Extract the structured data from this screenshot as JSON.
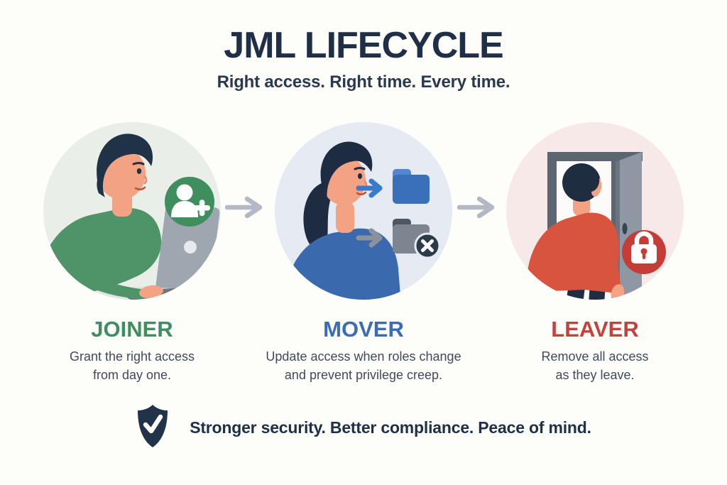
{
  "page": {
    "background": "#fdfdfa"
  },
  "header": {
    "title": "JML LIFECYCLE",
    "subtitle": "Right access. Right time. Every time.",
    "title_color": "#1e2f47",
    "subtitle_color": "#2a3950"
  },
  "stages": [
    {
      "name": "joiner",
      "label": "JOINER",
      "label_color": "#3d8e60",
      "desc_lines": [
        "Grant the right access",
        "from day one."
      ],
      "circle_bg": "#e9efe8",
      "badge_icon": "user-plus-icon",
      "badge_color": "#3e8e5e",
      "alt": "New employee working at a laptop"
    },
    {
      "name": "mover",
      "label": "MOVER",
      "label_color": "#3b6cb5",
      "desc_lines": [
        "Update access when roles change",
        "and prevent privilege creep."
      ],
      "circle_bg": "#e5eaf3",
      "granted_folder_color": "#3a70ba",
      "revoked_folder_color": "#7d8590",
      "revoke_badge_color": "#2d3a49",
      "grant_arrow_color": "#3b7ac8",
      "revoke_arrow_color": "#8b929d",
      "alt": "Employee with one folder granted and one folder revoked"
    },
    {
      "name": "leaver",
      "label": "LEAVER",
      "label_color": "#c7413c",
      "desc_lines": [
        "Remove all access",
        "as they leave."
      ],
      "circle_bg": "#f7e9e8",
      "badge_icon": "lock-icon",
      "badge_color": "#c63c36",
      "alt": "Employee exiting through an open door"
    }
  ],
  "connectors": {
    "icon": "arrow-right-icon",
    "color": "#b2b9c4"
  },
  "footer": {
    "icon": "shield-check-icon",
    "shield_color": "#203348",
    "text": "Stronger security. Better compliance. Peace of mind.",
    "text_color": "#1e2f47"
  }
}
